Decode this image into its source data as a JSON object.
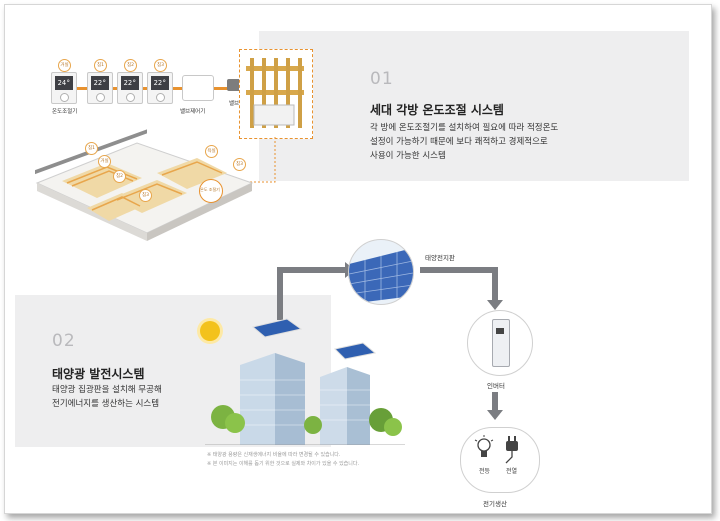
{
  "section1": {
    "number": "01",
    "title": "세대 각방 온도조절 시스템",
    "desc": [
      "각 방에 온도조절기를 설치하여 필요에 따라 적정온도",
      "설정이 가능하기 때문에 보다 쾌적하고 경제적으로",
      "사용이 가능한 시스템"
    ],
    "thermostats": [
      {
        "badge": "거실",
        "temp": "24°"
      },
      {
        "badge": "침1",
        "temp": "22°"
      },
      {
        "badge": "침2",
        "temp": "22°"
      },
      {
        "badge": "침3",
        "temp": "22°"
      }
    ],
    "thermostat_label": "온도조절기",
    "valve_controller_label": "밸브제어기",
    "valve_label": "밸브",
    "floorplan_badges": [
      "침1",
      "침2",
      "침3",
      "거실",
      "침3",
      "욕실"
    ],
    "room_label": "온도 조절기",
    "accent": "#e8922f"
  },
  "section2": {
    "number": "02",
    "title": "태양광 발전시스템",
    "desc": [
      "태양광 집광판을 설치해 무공해",
      "전기에너지를 생산하는 시스템"
    ],
    "panel_label": "태양전지판",
    "inverter_label": "인버터",
    "output_labels": [
      "전등",
      "전열"
    ],
    "output_caption": "전기생산",
    "notes": [
      "※ 태양광 용량은 신재생에너지 비율에 따라 변경될 수 있습니다.",
      "※ 본 이미지는 이해를 돕기 위한 것으로 실제와 차이가 있을 수 있습니다."
    ]
  }
}
